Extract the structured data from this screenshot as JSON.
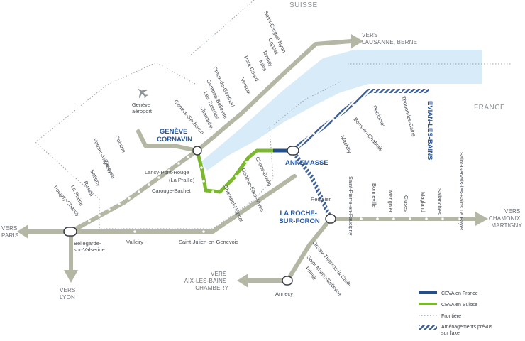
{
  "countries": {
    "switzerland": "SUISSE",
    "france": "FRANCE"
  },
  "directions": {
    "lausanne": [
      "VERS",
      "LAUSANNE, BERNE"
    ],
    "chamonix": [
      "VERS",
      "CHAMONIX",
      "MARTIGNY"
    ],
    "paris": [
      "VERS",
      "PARIS"
    ],
    "lyon": [
      "VERS",
      "LYON"
    ],
    "aix": [
      "VERS",
      "AIX-LES-BAINS",
      "CHAMBERY"
    ]
  },
  "hubs": {
    "cornavin": [
      "GENÈVE",
      "CORNAVIN"
    ],
    "annemasse": [
      "ANNEMASSE"
    ],
    "roche": [
      "LA ROCHE-",
      "SUR-FORON"
    ],
    "evian": "EVIAN-LES-BAINS"
  },
  "airport": [
    "Genève",
    "aéroport"
  ],
  "stations": {
    "north": [
      "Saint-Cergue Nyon",
      "Coppet",
      "Tannay",
      "Mies",
      "Pont-Céard",
      "Versoix",
      "Creux-de-Genthod",
      "Genthod-Bellevue",
      "Les Tuileries",
      "Chambésy",
      "Genève-Sécheron"
    ],
    "west": [
      "Cointrin",
      "Vernier-Meyrin",
      "Zimeysa",
      "Satigny",
      "Russin",
      "La Plaine",
      "Pougny-Chancy"
    ],
    "ceva_sw": [
      "Lancy-Pont-Rouge",
      "(La Praille)",
      "Carouge-Bachet"
    ],
    "ceva_se": [
      "Champel-Hôpital",
      "Genève-Eaux-Vives",
      "Chêne-Bourg"
    ],
    "evian_line": [
      "Machilly",
      "Bons-en-Chablais",
      "Perrignier",
      "Thonon-les-Bains"
    ],
    "arve": [
      "Saint-Pierre-en-Faucigny",
      "Bonneville",
      "Marignier",
      "Cluses",
      "Magland",
      "Sallanches",
      "Saint-Gervais-les-Bains Le Fayet"
    ],
    "south_misc": [
      "Reignier"
    ],
    "bottom": [
      "Valleiry",
      "Saint-Julien-en-Genevois"
    ],
    "bellegarde": [
      "Bellegarde-",
      "sur-Valserine"
    ],
    "annecy_line": [
      "Groisy-Thorens-la Caille",
      "Saint-Martin-Bellevue",
      "Pringy"
    ],
    "annecy": "Annecy"
  },
  "legend": {
    "ceva_france": "CEVA en France",
    "ceva_suisse": "CEVA en Suisse",
    "frontiere": "Frontière",
    "amenagements": [
      "Aménagements prévus",
      "sur l'axe"
    ]
  },
  "colors": {
    "line": "#b3b7a4",
    "ceva_suisse": "#7cb82f",
    "ceva_france": "#22508f",
    "lake": "#d7ecf8",
    "border": "#9aa3ab",
    "text": "#4a4f55"
  }
}
